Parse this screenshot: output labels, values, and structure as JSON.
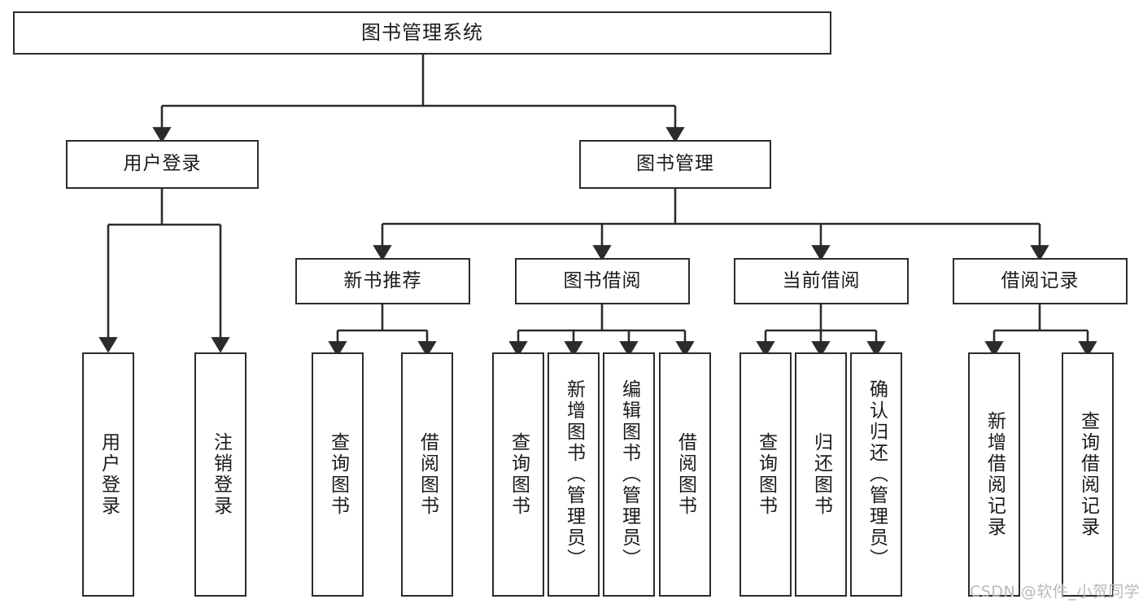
{
  "diagram": {
    "title": "图书管理系统",
    "type": "tree-hierarchy",
    "colors": {
      "background": "#ffffff",
      "stroke": "#2b2b2b",
      "fill": "#ffffff",
      "text": "#1b1b1b",
      "watermark": "#b9b9b9"
    },
    "watermark": "CSDN @软件_小贺同学",
    "levels": {
      "level1": [
        {
          "id": "root",
          "label": "图书管理系统",
          "orientation": "horizontal"
        }
      ],
      "level2": [
        {
          "id": "user-login",
          "label": "用户登录",
          "orientation": "horizontal"
        },
        {
          "id": "book-manage",
          "label": "图书管理",
          "orientation": "horizontal"
        }
      ],
      "level3": [
        {
          "id": "new-book-rec",
          "label": "新书推荐",
          "orientation": "horizontal"
        },
        {
          "id": "book-borrow",
          "label": "图书借阅",
          "orientation": "horizontal"
        },
        {
          "id": "current-borrow",
          "label": "当前借阅",
          "orientation": "horizontal"
        },
        {
          "id": "borrow-record",
          "label": "借阅记录",
          "orientation": "horizontal"
        }
      ],
      "level4": [
        {
          "id": "leaf-user-login",
          "label": "用户登录",
          "orientation": "vertical",
          "parent": "user-login"
        },
        {
          "id": "leaf-logout",
          "label": "注销登录",
          "orientation": "vertical",
          "parent": "user-login"
        },
        {
          "id": "leaf-query-book-1",
          "label": "查询图书",
          "orientation": "vertical",
          "parent": "new-book-rec"
        },
        {
          "id": "leaf-borrow-book-1",
          "label": "借阅图书",
          "orientation": "vertical",
          "parent": "new-book-rec"
        },
        {
          "id": "leaf-query-book-2",
          "label": "查询图书",
          "orientation": "vertical",
          "parent": "book-borrow"
        },
        {
          "id": "leaf-add-book",
          "label": "新增图书（管理员）",
          "orientation": "vertical",
          "parent": "book-borrow"
        },
        {
          "id": "leaf-edit-book",
          "label": "编辑图书（管理员）",
          "orientation": "vertical",
          "parent": "book-borrow"
        },
        {
          "id": "leaf-borrow-book-2",
          "label": "借阅图书",
          "orientation": "vertical",
          "parent": "book-borrow"
        },
        {
          "id": "leaf-query-book-3",
          "label": "查询图书",
          "orientation": "vertical",
          "parent": "current-borrow"
        },
        {
          "id": "leaf-return-book",
          "label": "归还图书",
          "orientation": "vertical",
          "parent": "current-borrow"
        },
        {
          "id": "leaf-confirm-return",
          "label": "确认归还（管理员）",
          "orientation": "vertical",
          "parent": "current-borrow"
        },
        {
          "id": "leaf-add-record",
          "label": "新增借阅记录",
          "orientation": "vertical",
          "parent": "borrow-record"
        },
        {
          "id": "leaf-query-record",
          "label": "查询借阅记录",
          "orientation": "vertical",
          "parent": "borrow-record"
        }
      ]
    }
  }
}
